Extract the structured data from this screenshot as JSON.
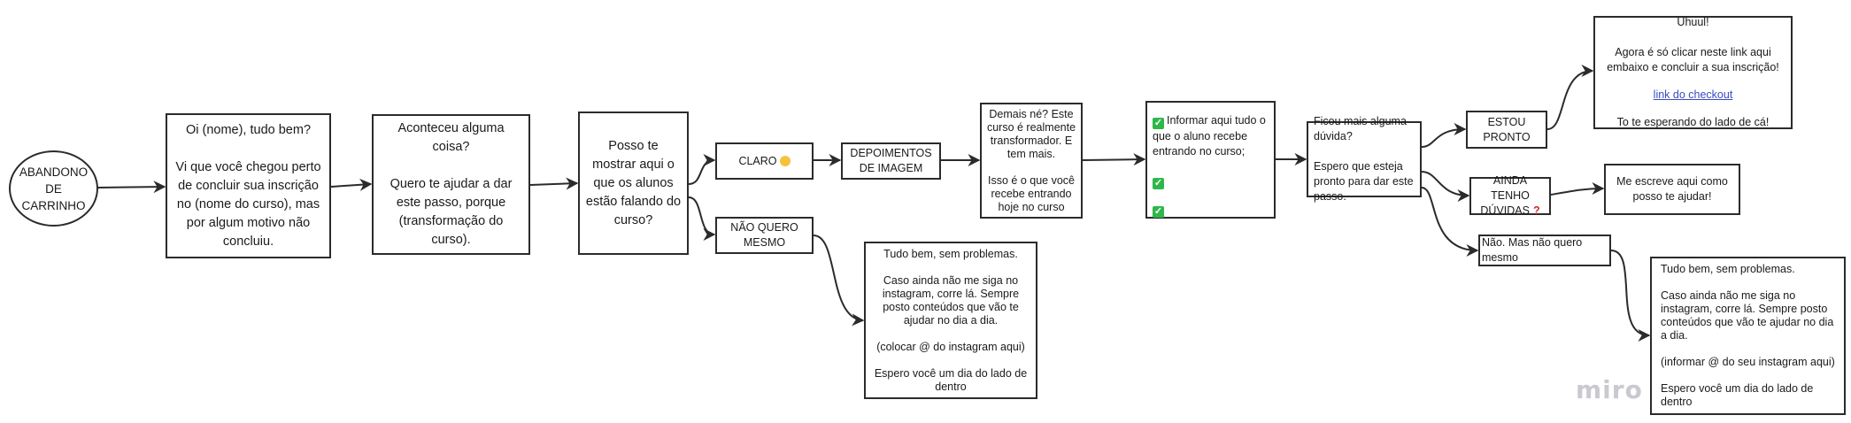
{
  "nodes": {
    "start": "ABANDONO DE\nCARRINHO",
    "greeting": "Oi (nome), tudo bem?\n\nVi que você chegou perto de concluir sua inscrição no (nome do curso), mas por algum motivo não concluiu.",
    "happened": "Aconteceu alguma coisa?\n\nQuero te ajudar a dar este passo, porque (transformação do curso).",
    "show_students": "Posso te mostrar aqui o que os alunos estão falando do curso?",
    "claro": "CLARO",
    "nao_quero": "NÃO QUERO MESMO",
    "depoimentos": "DEPOIMENTOS DE IMAGEM",
    "demais": "Demais né? Este curso é realmente transformador. E tem mais.\n\nIsso é o que você recebe entrando hoje no curso",
    "informar": {
      "line1": "Informar aqui tudo o que o aluno recebe entrando no curso;",
      "check_icon": "check-mark-button-icon"
    },
    "tudo_bem_1": "Tudo bem, sem problemas.\n\nCaso ainda não me siga no instagram, corre lá. Sempre posto conteúdos que vão te ajudar no dia a dia.\n\n(colocar @ do instagram aqui)\n\nEspero você um dia do lado de dentro",
    "ficou": "Ficou mais alguma dúvida?\n\nEspero que esteja pronto para dar este passo.",
    "estou_pronto": "ESTOU PRONTO",
    "uhuul": {
      "top": "Uhuul!\n\nAgora é só clicar neste link aqui embaixo e concluir a sua inscrição!",
      "link": "link do checkout",
      "bottom": "To te esperando do lado de cá!"
    },
    "ainda_tenho": "AINDA TENHO DÚVIDAS",
    "me_escreve": "Me escreve aqui como posso te ajudar!",
    "nao_mas": "Não. Mas não quero mesmo",
    "tudo_bem_2": "Tudo bem, sem problemas.\n\nCaso ainda não me siga no instagram, corre lá. Sempre posto conteúdos que vão te ajudar no dia a dia.\n\n(informar @ do seu instagram aqui)\n\nEspero você um dia do lado de dentro"
  },
  "watermark": "miro",
  "colors": {
    "stroke": "#2b2b2b",
    "link": "#3a4bbf",
    "check": "#2fb84a",
    "question": "#d12a2a"
  }
}
